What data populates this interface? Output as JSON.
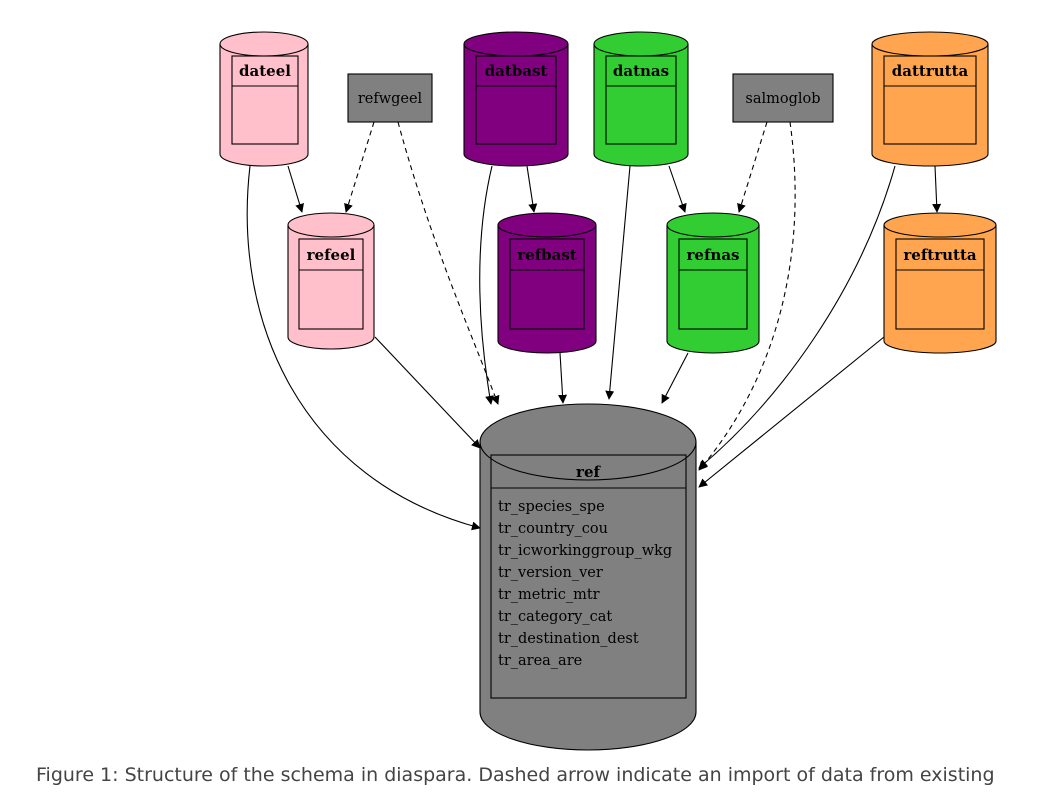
{
  "databases": {
    "dateel": {
      "title": "dateel",
      "fill": "#ffc0cb"
    },
    "datbast": {
      "title": "datbast",
      "fill": "#800080"
    },
    "datnas": {
      "title": "datnas",
      "fill": "#32cd32"
    },
    "dattrutta": {
      "title": "dattrutta",
      "fill": "#ffa54f"
    },
    "refeel": {
      "title": "refeel",
      "fill": "#ffc0cb"
    },
    "refbast": {
      "title": "refbast",
      "fill": "#800080"
    },
    "refnas": {
      "title": "refnas",
      "fill": "#32cd32"
    },
    "reftrutta": {
      "title": "reftrutta",
      "fill": "#ffa54f"
    },
    "ref": {
      "title": "ref",
      "fill": "#808080",
      "fields": [
        "tr_species_spe",
        "tr_country_cou",
        "tr_icworkinggroup_wkg",
        "tr_version_ver",
        "tr_metric_mtr",
        "tr_category_cat",
        "tr_destination_dest",
        "tr_area_are"
      ]
    }
  },
  "external_sources": {
    "refwgeel": {
      "label": "refwgeel",
      "fill": "#808080"
    },
    "salmoglob": {
      "label": "salmoglob",
      "fill": "#808080"
    }
  },
  "edges": [
    {
      "from": "dateel",
      "to": "refeel",
      "style": "solid"
    },
    {
      "from": "dateel",
      "to": "ref",
      "style": "solid"
    },
    {
      "from": "refwgeel",
      "to": "refeel",
      "style": "dashed"
    },
    {
      "from": "refwgeel",
      "to": "ref",
      "style": "dashed"
    },
    {
      "from": "refeel",
      "to": "ref",
      "style": "solid"
    },
    {
      "from": "datbast",
      "to": "refbast",
      "style": "solid"
    },
    {
      "from": "datbast",
      "to": "ref",
      "style": "solid"
    },
    {
      "from": "refbast",
      "to": "ref",
      "style": "solid"
    },
    {
      "from": "datnas",
      "to": "refnas",
      "style": "solid"
    },
    {
      "from": "datnas",
      "to": "ref",
      "style": "solid"
    },
    {
      "from": "salmoglob",
      "to": "refnas",
      "style": "dashed"
    },
    {
      "from": "salmoglob",
      "to": "ref",
      "style": "dashed"
    },
    {
      "from": "refnas",
      "to": "ref",
      "style": "solid"
    },
    {
      "from": "dattrutta",
      "to": "reftrutta",
      "style": "solid"
    },
    {
      "from": "dattrutta",
      "to": "ref",
      "style": "solid"
    },
    {
      "from": "reftrutta",
      "to": "ref",
      "style": "solid"
    }
  ],
  "caption": "Figure 1: Structure of the schema in diaspara. Dashed arrow indicate an import of data from existing"
}
